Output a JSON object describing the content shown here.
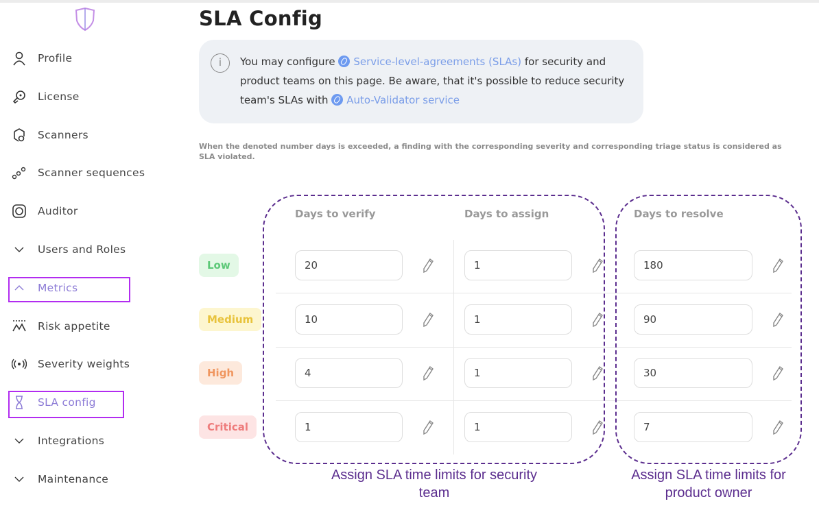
{
  "sidebar": {
    "items": [
      {
        "label": "Profile",
        "icon": "user-icon"
      },
      {
        "label": "License",
        "icon": "key-icon"
      },
      {
        "label": "Scanners",
        "icon": "scanner-icon"
      },
      {
        "label": "Scanner sequences",
        "icon": "sequence-icon"
      },
      {
        "label": "Auditor",
        "icon": "auditor-icon"
      },
      {
        "label": "Users and Roles",
        "icon": "chevron-down-icon"
      },
      {
        "label": "Metrics",
        "icon": "chevron-up-icon"
      },
      {
        "label": "Risk appetite",
        "icon": "risk-icon"
      },
      {
        "label": "Severity weights",
        "icon": "broadcast-icon"
      },
      {
        "label": "SLA config",
        "icon": "hourglass-icon"
      },
      {
        "label": "Integrations",
        "icon": "chevron-down-icon"
      },
      {
        "label": "Maintenance",
        "icon": "chevron-down-icon"
      }
    ]
  },
  "page": {
    "title": "SLA Config",
    "info": {
      "t1": "You may configure ",
      "link1": "Service-level-agreements (SLAs)",
      "t2": " for security and product teams on this page. Be aware, that it's possible to reduce security team's SLAs with ",
      "link2": "Auto-Validator service"
    },
    "note": "When the denoted number days is exceeded, a finding with the corresponding severity and corresponding triage status is considered as SLA violated."
  },
  "table": {
    "headers": [
      "Days to verify",
      "Days to assign",
      "Days to resolve"
    ],
    "rows": [
      {
        "severity": "Low",
        "verify": "20",
        "assign": "1",
        "resolve": "180"
      },
      {
        "severity": "Medium",
        "verify": "10",
        "assign": "1",
        "resolve": "90"
      },
      {
        "severity": "High",
        "verify": "4",
        "assign": "1",
        "resolve": "30"
      },
      {
        "severity": "Critical",
        "verify": "1",
        "assign": "1",
        "resolve": "7"
      }
    ]
  },
  "annotations": {
    "security": "Assign SLA time limits for security team",
    "product": "Assign SLA time limits for product owner"
  },
  "colors": {
    "accent": "#8c7bd6",
    "highlight": "#b22cf0",
    "annotation": "#5b2d8e",
    "link": "#7a9de8"
  }
}
